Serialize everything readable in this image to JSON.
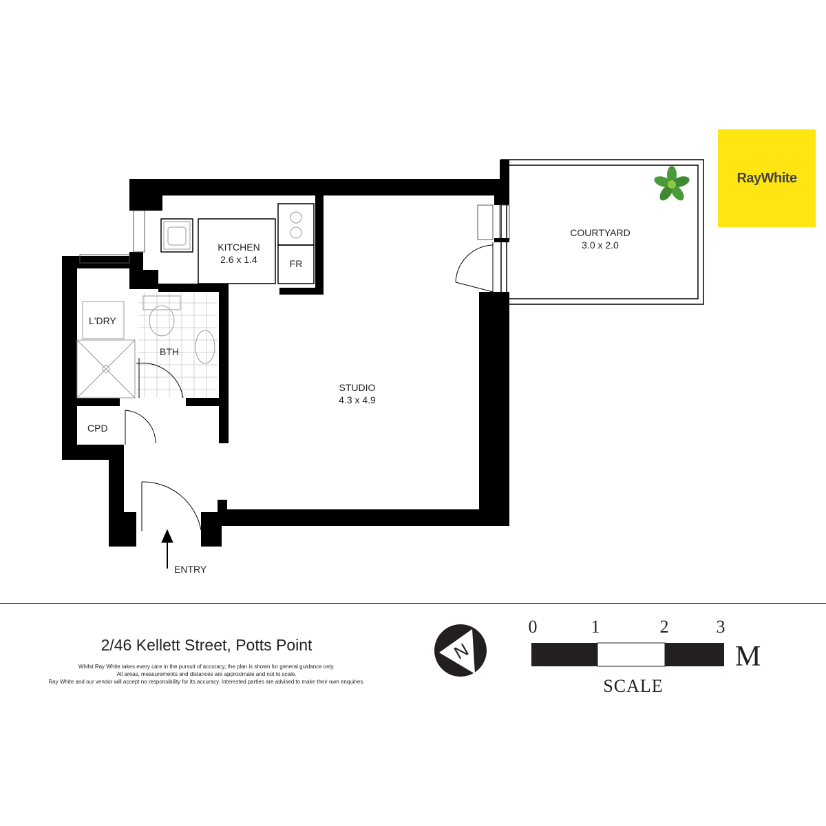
{
  "plan": {
    "rooms": [
      {
        "key": "kitchen",
        "name": "KITCHEN",
        "dims": "2.6 x 1.4"
      },
      {
        "key": "courtyard",
        "name": "COURTYARD",
        "dims": "3.0 x 2.0"
      },
      {
        "key": "studio",
        "name": "STUDIO",
        "dims": "4.3 x 4.9"
      },
      {
        "key": "fridge",
        "name": "FR"
      },
      {
        "key": "laundry",
        "name": "L'DRY"
      },
      {
        "key": "bathroom",
        "name": "BTH"
      },
      {
        "key": "cupboard",
        "name": "CPD"
      }
    ],
    "entry_label": "ENTRY",
    "wall_color": "#000000"
  },
  "brand": {
    "name": "RayWhite",
    "color": "#ffe512"
  },
  "footer": {
    "address": "2/46 Kellett Street, Potts Point",
    "disclaimer": [
      "Whilst Ray White takes every care in the pursuit of accuracy, the plan is shown for general guidance only.",
      "All areas, measurements and distances are approximate and not to scale.",
      "Ray White and our vendor will accept no responsibility for its accuracy. Interested parties are advised to make their own enquiries."
    ]
  },
  "compass": {
    "letter": "N",
    "icon": "north-arrow-icon"
  },
  "scale_bar": {
    "ticks": [
      "0",
      "1",
      "2",
      "3"
    ],
    "unit": "M",
    "title": "SCALE"
  }
}
